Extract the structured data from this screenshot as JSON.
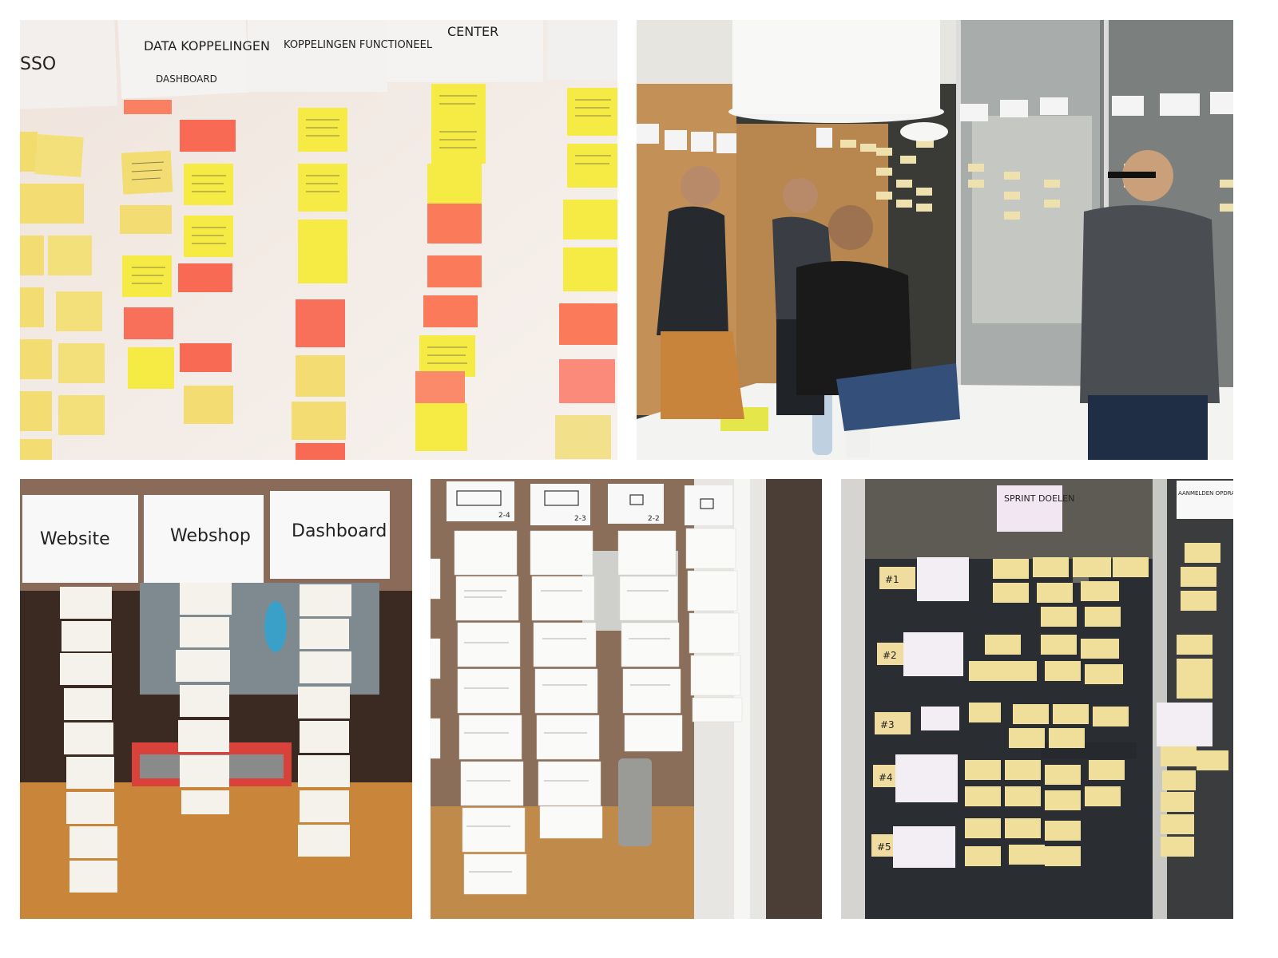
{
  "collage": {
    "panels": [
      {
        "id": "wall-sticky-notes",
        "headers": [
          "SSO",
          "DATA KOPPELINGEN",
          "DASHBOARD",
          "KOPPELINGEN FUNCTIONEEL",
          "CENTER"
        ]
      },
      {
        "id": "team-discussion"
      },
      {
        "id": "glass-board-columns",
        "headers": [
          "Website",
          "Webshop",
          "Dashboard"
        ]
      },
      {
        "id": "glass-board-cards",
        "headers": [
          "2-4",
          "2-3",
          "2-2"
        ]
      },
      {
        "id": "sprint-goals-door",
        "headers": [
          "SPRINT DOELEN",
          "AANMELDEN OPDRACHTGEVER"
        ],
        "rows": [
          "#1",
          "#2",
          "#3",
          "#4",
          "#5"
        ]
      }
    ]
  },
  "colors": {
    "sticky_yellow": "#f4e84a",
    "sticky_pale": "#f3e08a",
    "sticky_pink": "#f57a5e",
    "sticky_orange": "#fb8a6a",
    "wood": "#c98a3a",
    "glass_dark": "#2a2e30"
  }
}
